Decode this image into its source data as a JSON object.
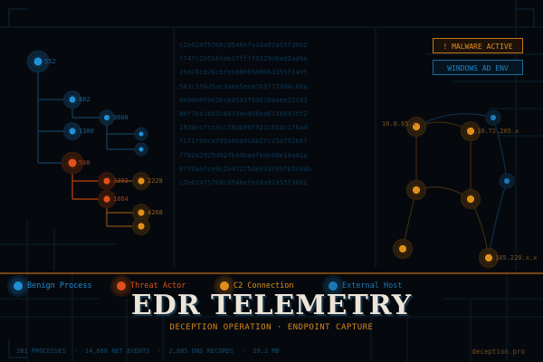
{
  "badges": {
    "malware": "! MALWARE ACTIVE",
    "env": "WINDOWS  AD ENV"
  },
  "process_tree": {
    "nodes": [
      {
        "pid": "552",
        "type": "benign"
      },
      {
        "pid": "882",
        "type": "benign"
      },
      {
        "pid": "3608",
        "type": "benign"
      },
      {
        "pid": "1300",
        "type": "benign"
      },
      {
        "pid": "",
        "type": "benign"
      },
      {
        "pid": "",
        "type": "benign"
      },
      {
        "pid": "568",
        "type": "threat"
      },
      {
        "pid": "3392",
        "type": "threat"
      },
      {
        "pid": "2228",
        "type": "c2"
      },
      {
        "pid": "1884",
        "type": "threat"
      },
      {
        "pid": "4268",
        "type": "c2"
      },
      {
        "pid": "",
        "type": "c2"
      }
    ]
  },
  "hex_dump": [
    "c2e62475768c9546efe1da92a55f3bb2",
    "f747c1b516fde17fff19229d6ad2ad6e",
    "19d78cd26cbfeb0800508063359f149f",
    "503c1f6d5ac3a0e5eea769777dd4c88a",
    "de9d09f0e26cb4541f5d6788aee22183",
    "88f76a16d3c84334e456aa67186435f2",
    "193decfcc3ccf8db00f921c81dc17bad",
    "f171f90ca793a96d018b27c25df52b67",
    "f782a2925d02fb44baaf8de08e18a41a",
    "87f0aafce9c2b47275de933f09f05c0db",
    "c2e62475768c9546efe1da92a55f3bb2"
  ],
  "network": {
    "labels": [
      "10.0.65.x",
      "10.72.205.x",
      "185.220.x.x"
    ]
  },
  "legend": [
    {
      "label": "Benign Process",
      "color": "#1f8fd6"
    },
    {
      "label": "Threat Actor",
      "color": "#e0501a"
    },
    {
      "label": "C2 Connection",
      "color": "#e0901a"
    },
    {
      "label": "External Host",
      "color": "#1a78b8"
    }
  ],
  "title": "EDR TELEMETRY",
  "subtitle": "DECEPTION OPERATION  ·  ENDPOINT CAPTURE",
  "stats": "381 PROCESSES  ·  14,660 NET EVENTS  ·  2,885 DNS RECORDS  ·  29.2 MB",
  "domain": "deception.pro"
}
